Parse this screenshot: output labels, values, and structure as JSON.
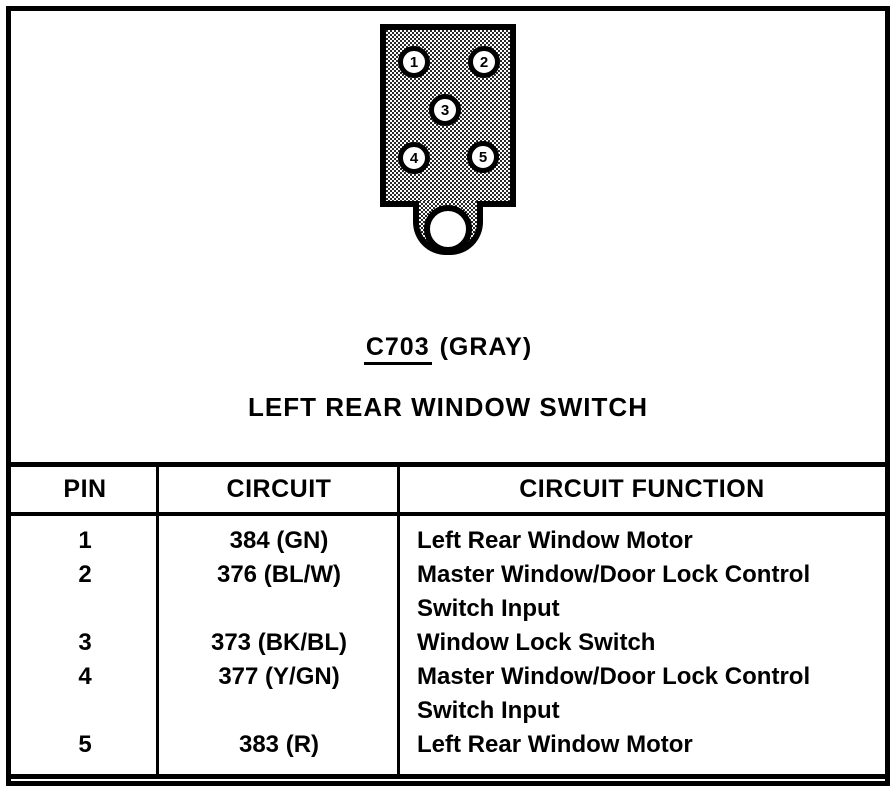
{
  "colors": {
    "ink": "#000000",
    "paper": "#ffffff",
    "connector_fill": "stippled-gray"
  },
  "connector": {
    "id": "C703",
    "color": "(GRAY)",
    "title": "LEFT REAR WINDOW SWITCH",
    "pins": [
      "1",
      "2",
      "3",
      "4",
      "5"
    ]
  },
  "table": {
    "headers": [
      "PIN",
      "CIRCUIT",
      "CIRCUIT FUNCTION"
    ],
    "rows": [
      {
        "pin": "1",
        "circuit": "384 (GN)",
        "function": "Left Rear Window Motor"
      },
      {
        "pin": "2",
        "circuit": "376 (BL/W)",
        "function": "Master Window/Door Lock Control Switch Input"
      },
      {
        "pin": "3",
        "circuit": "373 (BK/BL)",
        "function": "Window Lock Switch"
      },
      {
        "pin": "4",
        "circuit": "377 (Y/GN)",
        "function": "Master Window/Door Lock Control Switch Input"
      },
      {
        "pin": "5",
        "circuit": "383 (R)",
        "function": "Left Rear Window Motor"
      }
    ]
  }
}
